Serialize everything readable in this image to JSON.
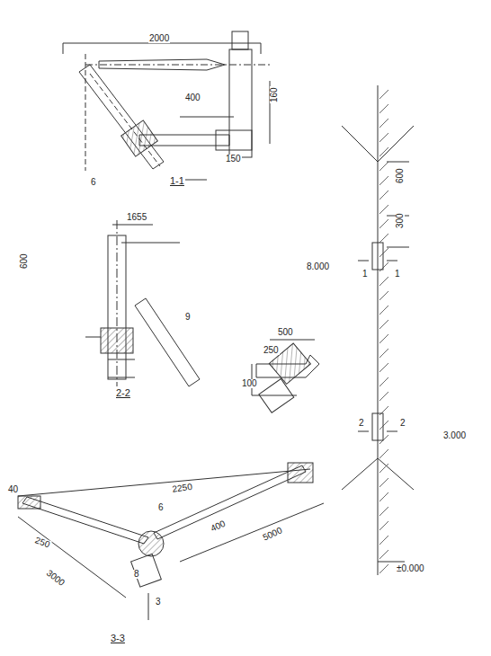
{
  "diagram": {
    "labels": [
      "1-1",
      "2-2",
      "3-3",
      "2000",
      "400",
      "150",
      "6",
      "160",
      "1655",
      "600",
      "9",
      "500",
      "250",
      "100",
      "600",
      "300",
      "1",
      "1",
      "2",
      "2",
      "8.000",
      "3.000",
      "±0.000",
      "250",
      "3000",
      "2250",
      "6",
      "400",
      "5000",
      "8",
      "3",
      "40"
    ]
  }
}
